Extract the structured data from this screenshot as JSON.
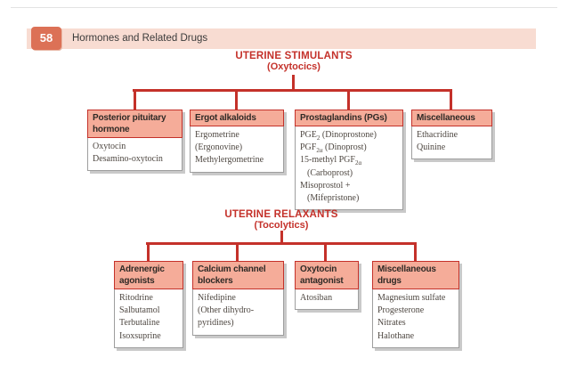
{
  "page": {
    "chapter_number": "58",
    "chapter_title": "Hormones and Related Drugs"
  },
  "colors": {
    "accent_red": "#c4312a",
    "box_header_bg": "#f5ac99",
    "chapter_bar_bg": "#f8dcd2",
    "chapter_badge_bg": "#dc7156"
  },
  "stimulants": {
    "title": "UTERINE STIMULANTS",
    "subtitle": "(Oxytocics)",
    "boxes": [
      {
        "header": "Posterior pituitary hormone",
        "lines": [
          "Oxytocin",
          "Desamino-oxytocin"
        ]
      },
      {
        "header": "Ergot alkaloids",
        "lines": [
          "Ergometrine",
          "(Ergonovine)",
          "Methylergometrine"
        ]
      },
      {
        "header": "Prostaglandins (PGs)",
        "lines": [
          {
            "pre": "PGE",
            "sub": "2",
            "post": " (Dinoprostone)"
          },
          {
            "pre": "PGF",
            "sub": "2α",
            "post": " (Dinoprost)"
          },
          {
            "pre": "15-methyl PGF",
            "sub": "2α",
            "post": ""
          },
          "(Carboprost)",
          "Misoprostol +",
          "(Mifepristone)"
        ]
      },
      {
        "header": "Miscellaneous",
        "lines": [
          "Ethacridine",
          "Quinine"
        ]
      }
    ]
  },
  "relaxants": {
    "title": "UTERINE RELAXANTS",
    "subtitle": "(Tocolytics)",
    "boxes": [
      {
        "header": "Adrenergic agonists",
        "lines": [
          "Ritodrine",
          "Salbutamol",
          "Terbutaline",
          "Isoxsuprine"
        ]
      },
      {
        "header": "Calcium channel blockers",
        "lines": [
          "Nifedipine",
          "(Other dihydro-",
          "pyridines)"
        ]
      },
      {
        "header": "Oxytocin antagonist",
        "lines": [
          "Atosiban"
        ]
      },
      {
        "header": "Miscellaneous drugs",
        "lines": [
          "Magnesium sulfate",
          "Progesterone",
          "Nitrates",
          "Halothane"
        ]
      }
    ]
  }
}
